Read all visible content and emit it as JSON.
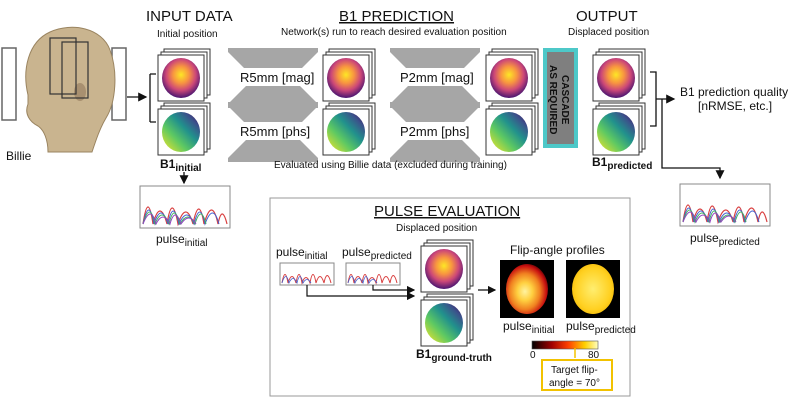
{
  "headers": {
    "input": "INPUT DATA",
    "input_sub": "Initial position",
    "prediction": "B1 PREDICTION",
    "prediction_sub": "Network(s) run to reach desired evaluation position",
    "output": "OUTPUT",
    "output_sub": "Displaced position"
  },
  "subject": {
    "name": "Billie"
  },
  "networks": {
    "r5_mag": "R5mm  [mag]",
    "p2_mag": "P2mm  [mag]",
    "r5_phs": "R5mm  [phs]",
    "p2_phs": "P2mm  [phs]"
  },
  "cascade": {
    "line1": "CASCADE",
    "line2": "AS REQUIRED"
  },
  "evaluated_note": "Evaluated using Billie data (excluded during training)",
  "labels": {
    "b1_main": "B1",
    "b1_initial_sub": "initial",
    "b1_predicted_sub": "predicted",
    "pulse_main": "pulse",
    "pulse_initial_sub": "initial",
    "pulse_predicted_sub": "predicted"
  },
  "quality": {
    "line1": "B1 prediction quality",
    "line2": "[nRMSE, etc.]"
  },
  "pulse_eval": {
    "title": "PULSE EVALUATION",
    "subtitle": "Displaced position",
    "flip_title": "Flip-angle profiles",
    "b1_gt_main": "B1",
    "b1_gt_sub": "ground-truth",
    "colorbar_min": "0",
    "colorbar_max": "80",
    "target_line1": "Target flip-",
    "target_line2": "angle = 70°"
  },
  "colors": {
    "network": "#a6a6a6",
    "cascade_fill": "#7f7f7f",
    "cascade_border": "#4dc8c8",
    "target_border": "#f2c200",
    "arrow": "#111111"
  }
}
